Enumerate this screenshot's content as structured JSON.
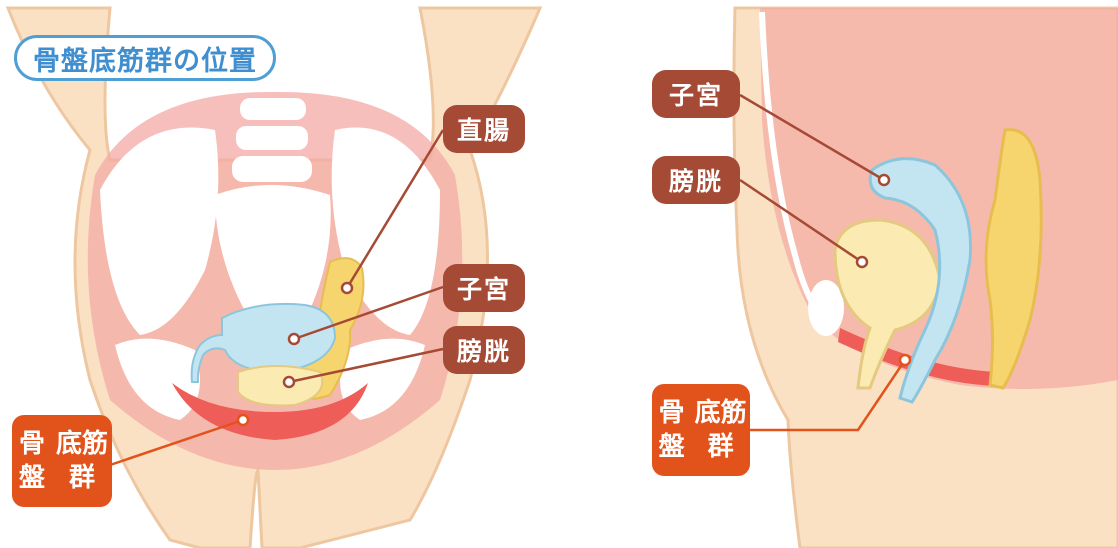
{
  "title": "骨盤底筋群の位置",
  "front_view": {
    "labels": {
      "rectum": "直腸",
      "uterus": "子宮",
      "bladder": "膀胱",
      "pelvic_floor_line1": "骨盤",
      "pelvic_floor_line2": "底筋群"
    }
  },
  "side_view": {
    "labels": {
      "uterus": "子宮",
      "bladder": "膀胱",
      "pelvic_floor_line1": "骨盤",
      "pelvic_floor_line2": "底筋群"
    }
  },
  "colors": {
    "skin": "#fbe1c4",
    "skin_outline": "#eec7a0",
    "pelvis_pink": "#f3aaa4",
    "bone": "#ffffff",
    "uterus": "#c3e4f1",
    "bladder": "#fbebb3",
    "rectum": "#f7d56e",
    "pelvic_floor": "#ee5d57",
    "organ_label": "#a54a35",
    "muscle_label": "#e2531b",
    "title_blue": "#3f8fd0"
  }
}
